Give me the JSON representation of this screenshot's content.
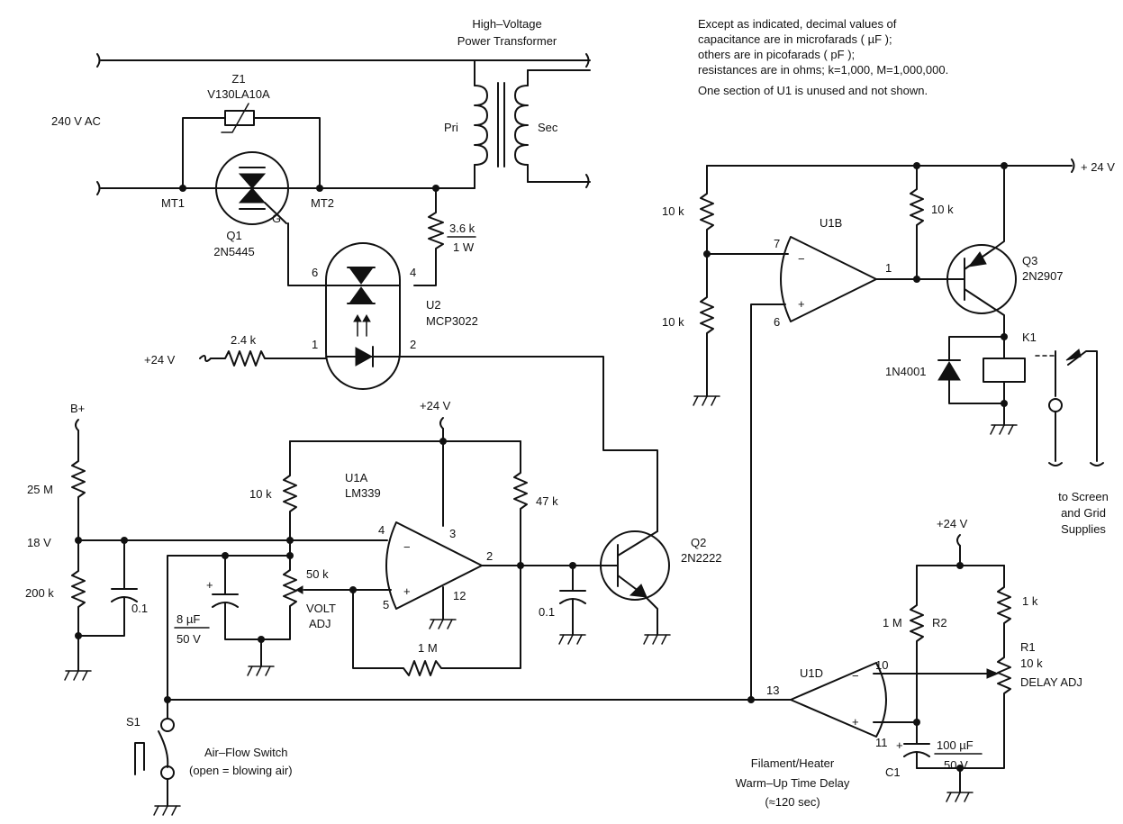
{
  "notes": {
    "line1": "Except as indicated, decimal values of",
    "line2": "capacitance are in microfarads ( µF );",
    "line3": "others are in picofarads ( pF );",
    "line4": "resistances are in ohms; k=1,000, M=1,000,000.",
    "line5": "One section of U1 is unused and not shown."
  },
  "transformer": {
    "title1": "High–Voltage",
    "title2": "Power Transformer",
    "pri": "Pri",
    "sec": "Sec"
  },
  "mains": {
    "label": "240 V AC"
  },
  "z1": {
    "name": "Z1",
    "part": "V130LA10A"
  },
  "q1": {
    "name": "Q1",
    "part": "2N5445",
    "mt1": "MT1",
    "mt2": "MT2",
    "gate": "G"
  },
  "r_gate": {
    "value": "3.6 k",
    "power": "1 W"
  },
  "u2": {
    "name": "U2",
    "part": "MCP3022",
    "pin1": "1",
    "pin2": "2",
    "pin4": "4",
    "pin6": "6"
  },
  "r_led": {
    "value": "2.4 k",
    "supply": "+24 V"
  },
  "u1a": {
    "name": "U1A",
    "part": "LM339",
    "pin2": "2",
    "pin3": "3",
    "pin4": "4",
    "pin5": "5",
    "pin12": "12",
    "supply": "+24 V",
    "minus": "−",
    "plus": "+"
  },
  "divider": {
    "supply": "B+",
    "r_top": "25 M",
    "node": "18 V",
    "r_bot": "200 k",
    "cap": "0.1"
  },
  "u1a_ref": {
    "r10k": "10 k",
    "pot": "50 k",
    "pot_label1": "VOLT",
    "pot_label2": "ADJ",
    "cap_value": "8 µF",
    "cap_voltage": "50 V"
  },
  "u1a_out": {
    "r47k": "47 k",
    "rfb": "1 M",
    "cap": "0.1"
  },
  "q2": {
    "name": "Q2",
    "part": "2N2222"
  },
  "u1b": {
    "name": "U1B",
    "pin1": "1",
    "pin6": "6",
    "pin7": "7",
    "r_top": "10 k",
    "r_bot": "10 k",
    "r_pull": "10 k",
    "supply": "+ 24 V",
    "minus": "−",
    "plus": "+"
  },
  "q3": {
    "name": "Q3",
    "part": "2N2907"
  },
  "relay": {
    "name": "K1",
    "diode": "1N4001",
    "out1": "to Screen",
    "out2": "and Grid",
    "out3": "Supplies"
  },
  "u1d": {
    "name": "U1D",
    "pin10": "10",
    "pin11": "11",
    "pin13": "13",
    "supply": "+24 V",
    "r2_value": "1 M",
    "r2_name": "R2",
    "r_1k": "1 k",
    "r1_name": "R1",
    "r1_value": "10 k",
    "r1_label": "DELAY ADJ",
    "c1_name": "C1",
    "c1_value": "100 µF",
    "c1_voltage": "50 V",
    "minus": "−",
    "plus": "+"
  },
  "s1": {
    "name": "S1",
    "label1": "Air–Flow Switch",
    "label2": "(open = blowing air)"
  },
  "delay_note": {
    "line1": "Filament/Heater",
    "line2": "Warm–Up Time Delay",
    "line3": "(≈120 sec)"
  }
}
